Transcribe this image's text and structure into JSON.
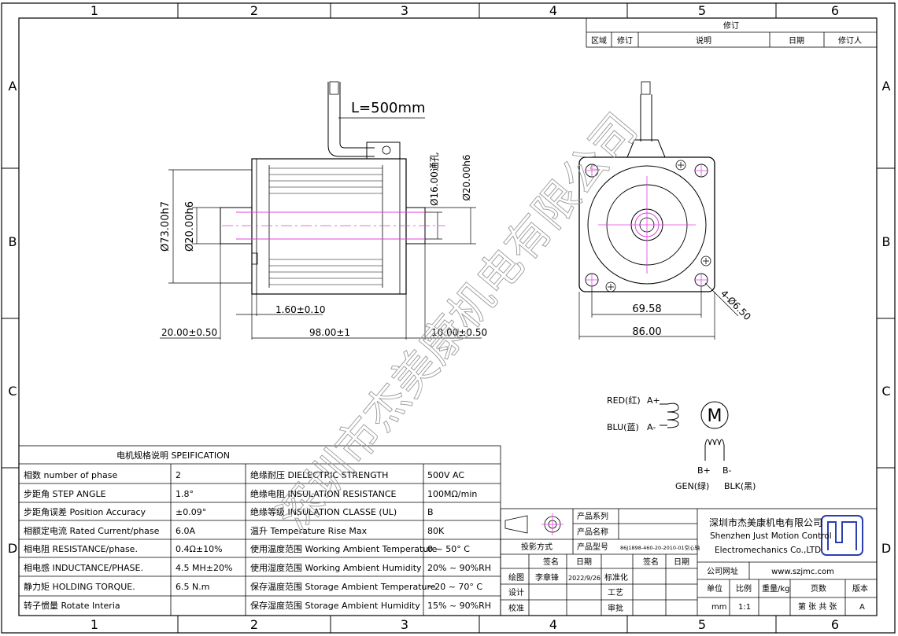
{
  "zone_columns": [
    "1",
    "2",
    "3",
    "4",
    "5",
    "6"
  ],
  "zone_rows": [
    "A",
    "B",
    "C",
    "D"
  ],
  "revision_block": {
    "title": "修订",
    "headers": [
      "区域",
      "修订",
      "说明",
      "日期",
      "修订人"
    ]
  },
  "side_view": {
    "cable_length": "L=500mm",
    "dim_body_diameter": "Ø73.00h7",
    "dim_boss": "Ø20.00h6",
    "dim_bore": "Ø16.00通孔",
    "dim_shaft": "Ø20.00h6",
    "dim_boss_len": "1.60±0.10",
    "dim_left": "20.00±0.50",
    "dim_body_len": "98.00±1",
    "dim_right": "10.00±0.50"
  },
  "front_view": {
    "dim_hole_spacing": "69.58",
    "dim_flange": "86.00",
    "dim_holes": "4-Ø6.50"
  },
  "wiring": {
    "red": "RED(红)",
    "a_plus": "A+",
    "blu": "BLU(蓝)",
    "a_minus": "A-",
    "motor": "M",
    "b_plus": "B+",
    "b_minus": "B-",
    "gen": "GEN(绿)",
    "blk": "BLK(黑)"
  },
  "spec_table": {
    "title": "电机规格说明 SPEIFICATION",
    "rows": [
      {
        "l1": "相数 number of phase",
        "v1": "2",
        "l2": "绝缘耐压 DIELECTRIC STRENGTH",
        "v2": "500V AC"
      },
      {
        "l1": "步距角 STEP ANGLE",
        "v1": "1.8°",
        "l2": "绝缘电阻 INSULATION RESISTANCE",
        "v2": "100MΩ/min"
      },
      {
        "l1": "步距角误差 Position Accuracy",
        "v1": "±0.09°",
        "l2": "绝缘等级 INSULATION CLASSE (UL)",
        "v2": "B"
      },
      {
        "l1": "相额定电流 Rated Current/phase",
        "v1": "6.0A",
        "l2": "温升 Temperature Rise Max",
        "v2": "80K"
      },
      {
        "l1": "相电阻 RESISTANCE/phase.",
        "v1": "0.4Ω±10%",
        "l2": "使用温度范围 Working Ambient Temperature",
        "v2": "0 ~ 50° C"
      },
      {
        "l1": "相电感 INDUCTANCE/PHASE.",
        "v1": "4.5 MH±20%",
        "l2": "使用湿度范围 Working Ambient Humidity",
        "v2": "20% ~ 90%RH"
      },
      {
        "l1": "静力矩 HOLDING TORQUE.",
        "v1": "6.5 N.m",
        "l2": "保存温度范围 Storage Ambient Temperature",
        "v2": "−20 ~ 70° C"
      },
      {
        "l1": "转子惯量 Rotate Interia",
        "v1": "",
        "l2": "保存湿度范围 Storage Ambient Humidity",
        "v2": "15% ~ 90%RH"
      }
    ]
  },
  "title_block": {
    "series_label": "产品系列",
    "name_label": "产品名称",
    "projection_label": "投影方式",
    "model_label": "产品型号",
    "model_value": "86J1898-460-20-2010-01空心轴",
    "sign_label": "签名",
    "date_label": "日期",
    "std_label": "标准化",
    "sign_label2": "签名",
    "date_label2": "日期",
    "draw_label": "绘图",
    "drawer": "李章锋",
    "draw_date": "2022/9/26",
    "design_label": "设计",
    "craft_label": "工艺",
    "check_label": "校准",
    "approve_label": "审批",
    "company_cn": "深圳市杰美康机电有限公司",
    "company_en1": "Shenzhen Just Motion Control",
    "company_en2": "Electromechanics Co.,LTD",
    "website_label": "公司网址",
    "website": "www.szjmc.com",
    "unit_label": "单位",
    "scale_label": "比例",
    "weight_label": "重量/kg",
    "pages_label": "页数",
    "version_label": "版本",
    "unit": "mm",
    "scale": "1:1",
    "pages": "第 张 共 张",
    "version": "A"
  },
  "watermark": "深圳市杰美康机电有限公司"
}
